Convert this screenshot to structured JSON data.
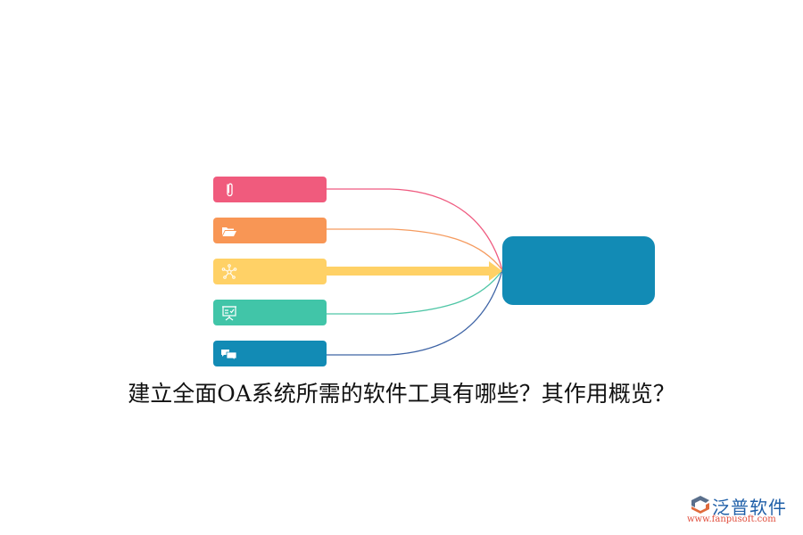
{
  "diagram": {
    "title": "建立全面OA系统所需的软件工具有哪些？其作用概览？",
    "center_node": {
      "label": "",
      "color": "#128bb5"
    },
    "branches": [
      {
        "icon": "paperclip-icon",
        "label": "",
        "color": "#f05b7d",
        "line_color": "#ef5b80"
      },
      {
        "icon": "folder-icon",
        "label": "",
        "color": "#f89655",
        "line_color": "#f59b5f"
      },
      {
        "icon": "network-icon",
        "label": "",
        "color": "#ffd166",
        "line_color": "#ffd166"
      },
      {
        "icon": "presentation-board-icon",
        "label": "",
        "color": "#41c5a8",
        "line_color": "#4fc6a6"
      },
      {
        "icon": "chat-bubbles-icon",
        "label": "",
        "color": "#128bb5",
        "line_color": "#3d63a5"
      }
    ]
  },
  "watermark": {
    "brand": "泛普软件",
    "url": "www.fanpusoft.com"
  }
}
